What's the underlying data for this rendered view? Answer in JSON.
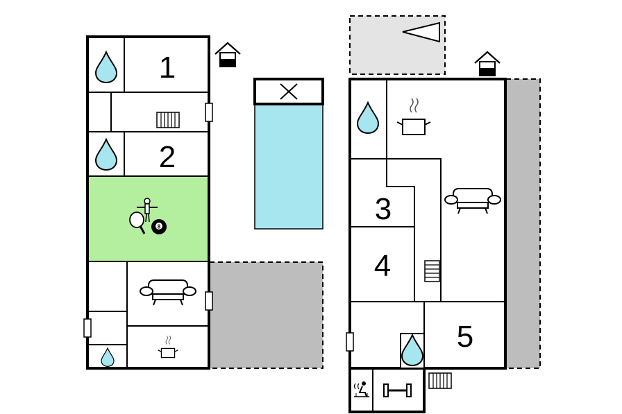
{
  "rooms": {
    "room_1": "1",
    "room_2": "2",
    "room_3": "3",
    "room_4": "4",
    "room_5": "5"
  },
  "billiard_ball": "8",
  "colors": {
    "wall": "#000000",
    "game_room": "#b3ef9f",
    "pool_water": "#a7e5ef",
    "terrace": "#bdbdbd",
    "carport": "#e4e4e4",
    "water_drop": "#a7e5ef"
  },
  "icons": [
    "house-entrance-icon",
    "water-drop-icon",
    "radiator-icon",
    "table-football-icon",
    "ping-pong-icon",
    "billiard-ball-icon",
    "sofa-icon",
    "cooking-pot-icon",
    "north-arrow-icon",
    "sauna-icon",
    "dumbbell-icon",
    "pool-cover-icon"
  ]
}
